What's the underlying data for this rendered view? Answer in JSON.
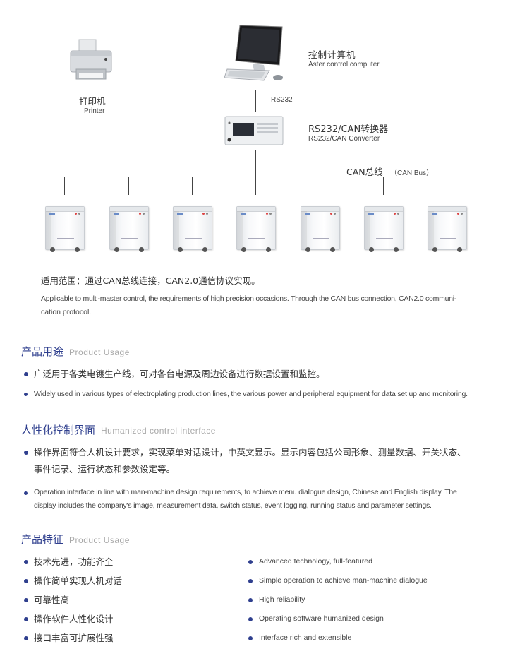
{
  "diagram": {
    "printer": {
      "label_cn": "打印机",
      "label_en": "Printer"
    },
    "computer": {
      "label_cn": "控制计算机",
      "label_en": "Aster control computer"
    },
    "rs232": "RS232",
    "converter": {
      "label_cn": "RS232/CAN转换器",
      "label_en": "RS232/CAN Converter"
    },
    "can_bus": {
      "label_cn": "CAN总线",
      "label_en": "（CAN Bus）"
    }
  },
  "applicable": {
    "cn": "适用范围：通过CAN总线连接，CAN2.0通信协议实现。",
    "en_line1": "Applicable to multi-master control, the requirements of high precision occasions. Through the CAN bus connection, CAN2.0 communi-",
    "en_line2": "cation protocol."
  },
  "usage": {
    "title_cn": "产品用途",
    "title_en": "Product Usage",
    "cn": "广泛用于各类电镀生产线，可对各台电源及周边设备进行数据设置和监控。",
    "en": "Widely used in various types of electroplating production lines, the various power and peripheral equipment for data set up and monitoring."
  },
  "interface": {
    "title_cn": "人性化控制界面",
    "title_en": "Humanized control interface",
    "cn_line1": "操作界面符合人机设计要求，实现菜单对话设计，中英文显示。显示内容包括公司形象、测量数据、开关状态、",
    "cn_line2": "事件记录、运行状态和参数设定等。",
    "en_line1": "Operation interface in line with man-machine design requirements, to achieve menu dialogue design, Chinese and English display. The",
    "en_line2": "display includes the company's image, measurement data, switch status, event logging, running status and parameter settings."
  },
  "features": {
    "title_cn": "产品特征",
    "title_en": "Product Usage",
    "cn": [
      "技术先进，功能齐全",
      "操作简单实现人机对话",
      "可靠性高",
      "操作软件人性化设计",
      "接口丰富可扩展性强"
    ],
    "en": [
      "Advanced technology, full-featured",
      "Simple operation to achieve man-machine dialogue",
      "High reliability",
      "Operating software humanized design",
      "Interface rich and extensible"
    ]
  },
  "colors": {
    "accent": "#2f3f8e",
    "subtitle": "#a8a8a8"
  }
}
